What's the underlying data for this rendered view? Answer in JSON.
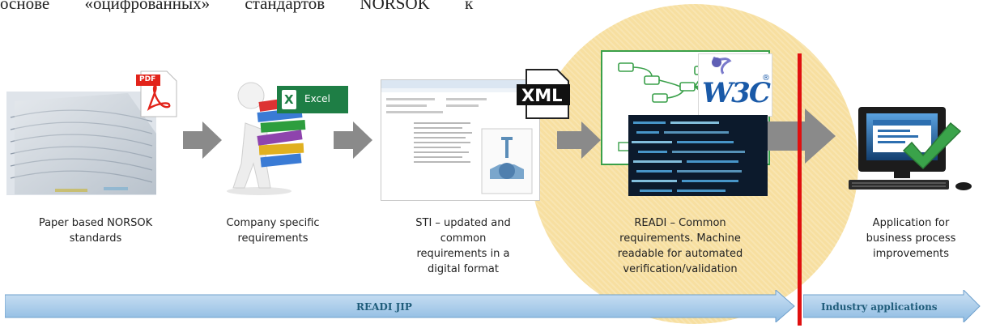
{
  "header_text": "основе «оцифрованных» стандартов NORSOK к",
  "stages": [
    {
      "label": "Paper based NORSOK\nstandards"
    },
    {
      "label": "Company specific\nrequirements"
    },
    {
      "label": "STI – updated and\ncommon\nrequirements in a\ndigital format"
    },
    {
      "label": "READI – Common\nrequirements. Machine\nreadable for automated\nverification/validation"
    },
    {
      "label": "Application for\nbusiness process\nimprovements"
    }
  ],
  "badges": {
    "pdf": "PDF",
    "excel_letter": "X",
    "excel": "Excel",
    "xml": "XML",
    "w3c": "W3C",
    "registered": "®"
  },
  "bands": {
    "readi_jip": "READI JIP",
    "industry": "Industry applications"
  },
  "colors": {
    "highlight_circle": "#f7dfa0",
    "divider": "#e01010",
    "band_fill": "#a9cdea",
    "band_text": "#1f5c7a",
    "flow_arrow": "#8a8a8a"
  }
}
